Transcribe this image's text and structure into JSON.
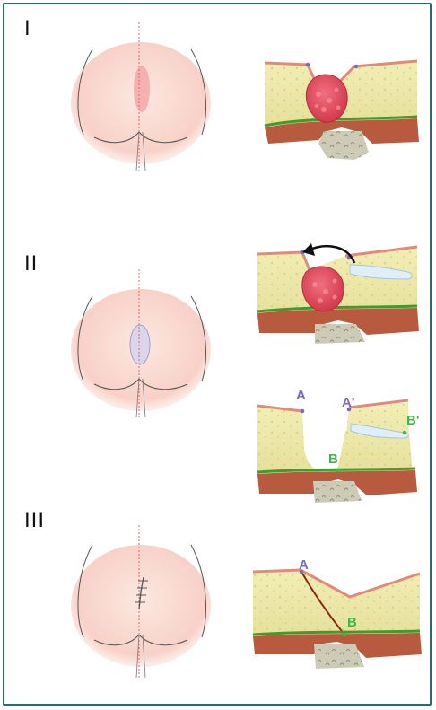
{
  "steps": [
    {
      "label": "I"
    },
    {
      "label": "II"
    },
    {
      "label": "III"
    }
  ],
  "points": {
    "a": "A",
    "a_prime": "A'",
    "b": "B",
    "b_prime": "B'"
  },
  "colors": {
    "border": "#1f6e7c",
    "skin": "#f7d9cf",
    "fat": "#eeeaa8",
    "muscle": "#b85a3e",
    "fascia": "#3f9b2e",
    "bone": "#cdcbb6",
    "cyst": "#e04a5a",
    "point_purple": "#7b6bc0",
    "point_green": "#3fb84b"
  }
}
